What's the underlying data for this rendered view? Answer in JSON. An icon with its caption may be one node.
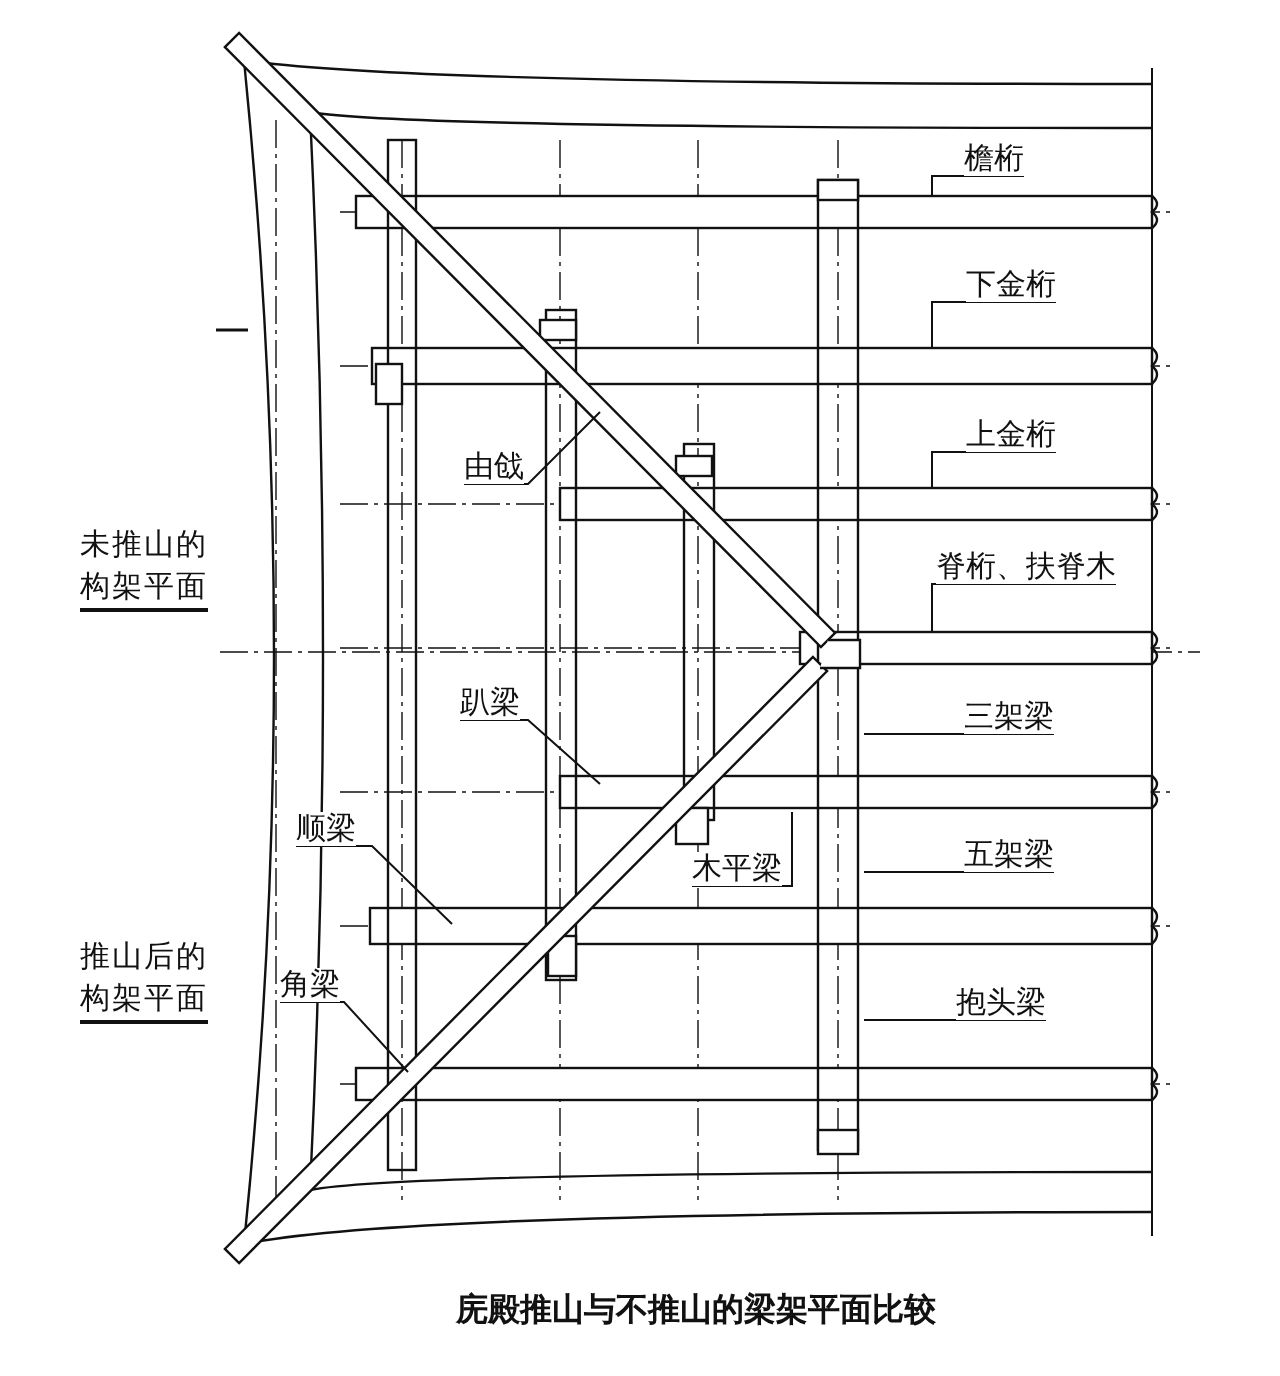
{
  "diagram": {
    "caption": "庑殿推山与不推山的梁架平面比较",
    "nodes": [
      {
        "text": [
          "檐桁"
        ]
      },
      {
        "text": [
          "下金桁"
        ]
      },
      {
        "text": [
          "上金桁"
        ]
      },
      {
        "text": [
          "脊桁、扶脊木"
        ]
      },
      {
        "text": [
          "三架梁"
        ]
      },
      {
        "text": [
          "五架梁"
        ]
      },
      {
        "text": [
          "抱头梁"
        ]
      },
      {
        "text": [
          "由戗"
        ]
      },
      {
        "text": [
          "趴梁"
        ]
      },
      {
        "text": [
          "木平梁"
        ]
      },
      {
        "text": [
          "顺梁"
        ]
      },
      {
        "text": [
          "角梁"
        ]
      }
    ],
    "edges": [
      {
        "from": 0,
        "to": null,
        "arrow": "none"
      },
      {
        "from": 1,
        "to": null,
        "arrow": "none"
      },
      {
        "from": 2,
        "to": null,
        "arrow": "none"
      },
      {
        "from": 3,
        "to": null,
        "arrow": "none"
      },
      {
        "from": 4,
        "to": null,
        "arrow": "none"
      },
      {
        "from": 5,
        "to": null,
        "arrow": "none"
      },
      {
        "from": 6,
        "to": null,
        "arrow": "none"
      },
      {
        "from": 7,
        "to": null,
        "arrow": "none"
      },
      {
        "from": 8,
        "to": null,
        "arrow": "none"
      },
      {
        "from": 9,
        "to": null,
        "arrow": "none"
      },
      {
        "from": 10,
        "to": null,
        "arrow": "none"
      },
      {
        "from": 11,
        "to": null,
        "arrow": "none"
      }
    ],
    "labels": [
      "未推山的构架平面",
      "推山后的构架平面"
    ]
  }
}
